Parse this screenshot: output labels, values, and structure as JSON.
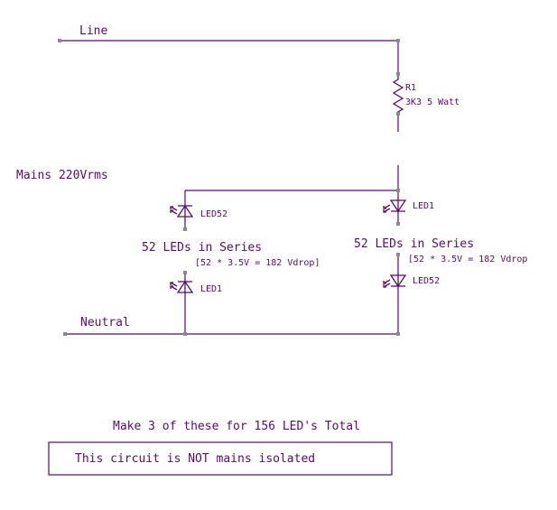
{
  "labels": {
    "line": "Line",
    "neutral": "Neutral",
    "mains": "Mains 220Vrms",
    "resistor_ref": "R1",
    "resistor_value": "3K3  5 Watt"
  },
  "string_left": {
    "top_led": "LED52",
    "bottom_led": "LED1",
    "caption": "52 LEDs in Series",
    "calc": "[52 * 3.5V = 182 Vdrop]"
  },
  "string_right": {
    "top_led": "LED1",
    "bottom_led": "LED52",
    "caption": "52 LEDs in Series",
    "calc": "[52 * 3.5V = 182 Vdrop"
  },
  "footer": {
    "instruction": "Make 3 of these for 156 LED's Total",
    "warning": "This circuit is NOT mains isolated"
  },
  "colors": {
    "ink": "#5a0a6e",
    "node": "#8a8a8a"
  }
}
